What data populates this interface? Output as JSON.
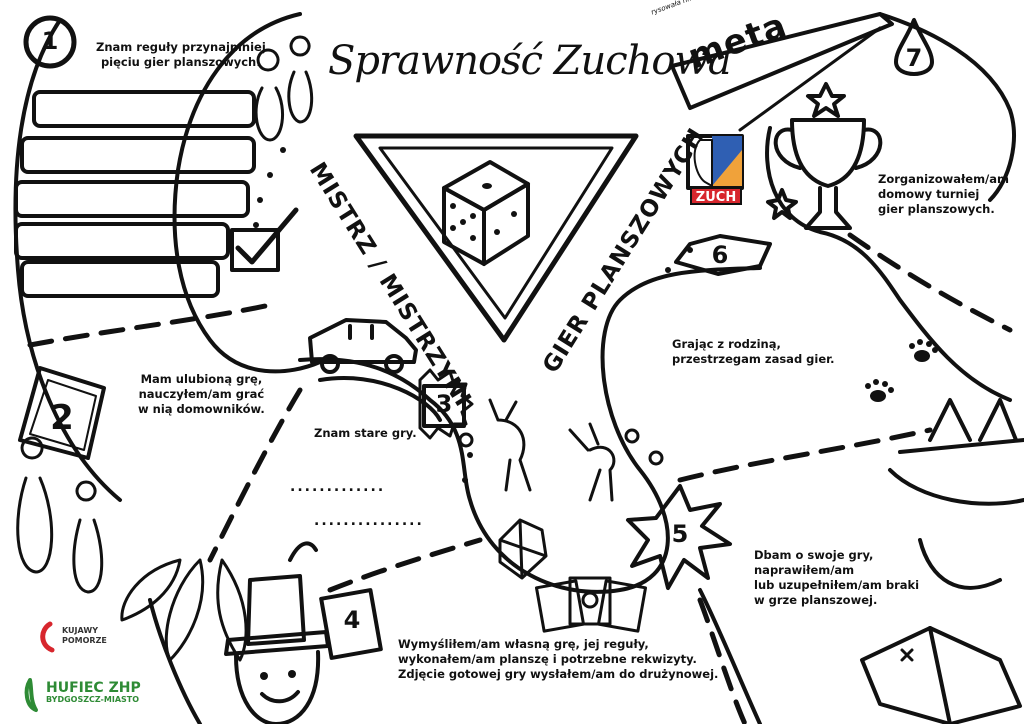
{
  "title": "Sprawność Zuchowa",
  "subtitle_left": "MISTRZ / MISTRZYNI",
  "subtitle_right": "GIER PLANSZOWYCH",
  "credit": "rysowała hm. Kasia Rożak",
  "finish_label": "meta",
  "badge_label": "ZUCH",
  "steps": [
    {
      "number": "1",
      "text": "Znam reguły przynajmniej\npięciu gier planszowych:"
    },
    {
      "number": "2",
      "text": "Mam ulubioną grę,\nnauczyłem/am grać\nw nią domowników."
    },
    {
      "number": "3",
      "text": "Znam stare gry."
    },
    {
      "number": "4",
      "text": "Wymyśliłem/am własną grę, jej reguły,\nwykonałem/am planszę i potrzebne rekwizyty.\nZdjęcie gotowej gry wysłałem/am do drużynowej."
    },
    {
      "number": "5",
      "text": "Dbam o swoje gry,\nnaprawiłem/am\nlub uzupełniłem/am braki\nw grze planszowej."
    },
    {
      "number": "6",
      "text": "Grając z rodziną,\nprzestrzegam zasad gier."
    },
    {
      "number": "7",
      "text": "Zorganizowałem/am\ndomowy turniej\ngier planszowych."
    }
  ],
  "dotted_lines": [
    ".............",
    "..............."
  ],
  "logos": {
    "region": "KUJAWY\nPOMORZE",
    "org": "HUFIEC ZHP",
    "org_sub": "BYDGOSZCZ-MIASTO"
  },
  "colors": {
    "ink": "#111111",
    "badge_red": "#d7262d",
    "badge_blue": "#2f5fb3",
    "badge_orange": "#f0a23a",
    "zhp_green": "#2e8b35",
    "kp_red": "#d7262d"
  }
}
